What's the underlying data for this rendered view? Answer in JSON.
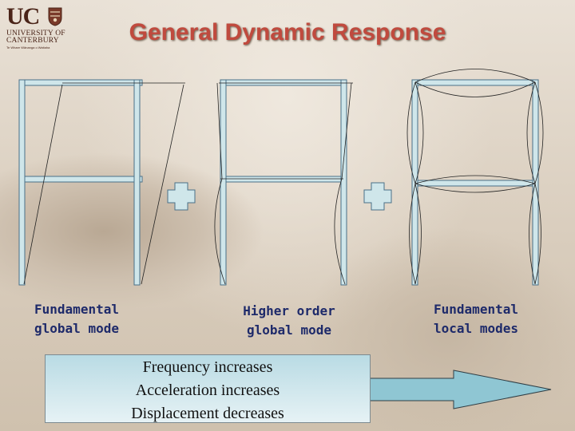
{
  "logo": {
    "mark": "UC",
    "line1": "UNIVERSITY OF",
    "line2": "CANTERBURY",
    "line3": "Te Whare Wānanga o Waitaha",
    "seal_icon": "university-crest-icon"
  },
  "title": "General Dynamic Response",
  "labels": {
    "fundamental_global": [
      "Fundamental",
      "global mode"
    ],
    "higher_order": [
      "Higher order",
      "global mode"
    ],
    "fundamental_local": [
      "Fundamental",
      "local modes"
    ]
  },
  "trend_box": {
    "lines": [
      "Frequency increases",
      "Acceleration increases",
      "Displacement decreases"
    ]
  },
  "colors": {
    "title": "#c04a3e",
    "frame_fill": "#cfe6ea",
    "frame_stroke": "#4a7088",
    "label_text": "#1e2a6a",
    "arrow_fill": "#8fc6d3"
  },
  "icons": {
    "plus": "plus-icon",
    "arrow": "right-arrow-icon"
  }
}
